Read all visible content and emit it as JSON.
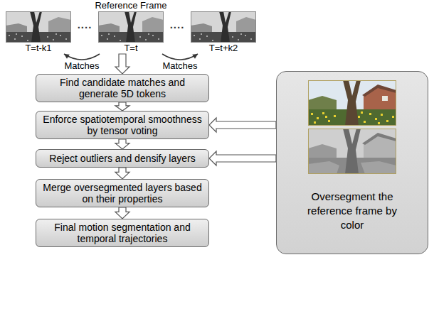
{
  "diagram": {
    "nodes": [
      {
        "text": [
          "T=t-k1"
        ]
      },
      {
        "text": [
          "Reference Frame",
          "T=t"
        ]
      },
      {
        "text": [
          "T=t+k2"
        ]
      },
      {
        "text": [
          "Find candidate matches and generate 5D tokens"
        ]
      },
      {
        "text": [
          "Enforce spatiotemporal smoothness by tensor voting"
        ]
      },
      {
        "text": [
          "Reject outliers and densify layers"
        ]
      },
      {
        "text": [
          "Merge oversegmented layers based on their properties"
        ]
      },
      {
        "text": [
          "Final motion segmentation and temporal trajectories"
        ]
      },
      {
        "text": [
          "Oversegment the reference frame by color"
        ]
      }
    ],
    "edges": [
      {
        "from": 1,
        "to": 0,
        "label": "Matches",
        "arrow": "to"
      },
      {
        "from": 1,
        "to": 2,
        "label": "Matches",
        "arrow": "to"
      },
      {
        "from": 1,
        "to": 3,
        "arrow": "to"
      },
      {
        "from": 3,
        "to": 4,
        "arrow": "to"
      },
      {
        "from": 8,
        "to": 4,
        "arrow": "to"
      },
      {
        "from": 4,
        "to": 5,
        "arrow": "to"
      },
      {
        "from": 8,
        "to": 5,
        "arrow": "to"
      },
      {
        "from": 5,
        "to": 6,
        "arrow": "to"
      },
      {
        "from": 6,
        "to": 7,
        "arrow": "to"
      }
    ],
    "labels": [
      "....",
      "...."
    ]
  }
}
